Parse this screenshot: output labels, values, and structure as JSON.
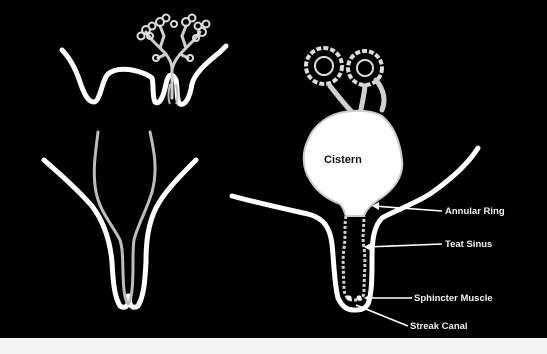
{
  "diagram": {
    "labels": {
      "cistern": "Cistern",
      "annular_ring": "Annular Ring",
      "teat_sinus": "Teat Sinus",
      "sphincter_muscle": "Sphincter Muscle",
      "streak_canal": "Streak Canal"
    },
    "colors": {
      "background": "#000000",
      "outline": "#ffffff",
      "inner": "#bdbdbd"
    }
  }
}
